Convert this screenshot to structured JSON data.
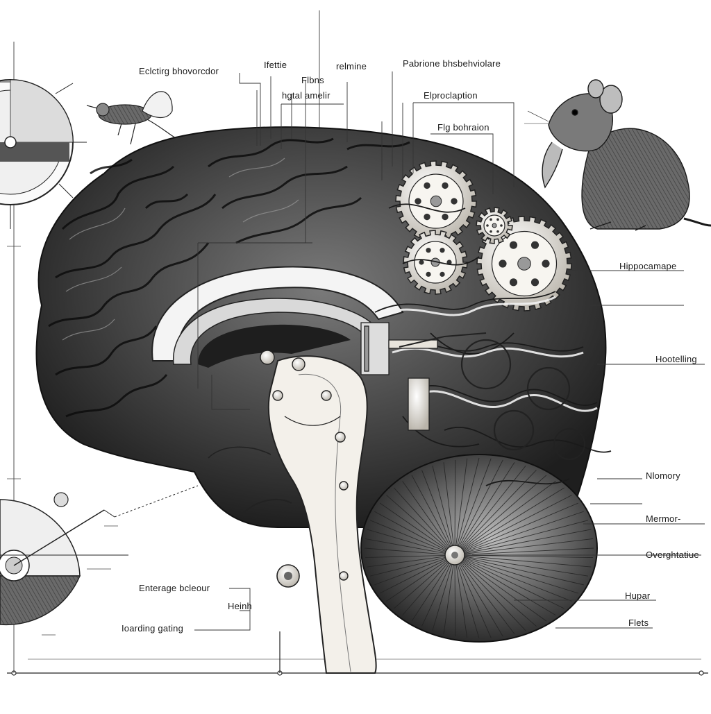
{
  "labels": {
    "top": {
      "eliciting": "Eclctirg bhovorcdor",
      "ifettle": "Ifettie",
      "relmine": "relmine",
      "pabrione": "Pabrione bhsbehviolare",
      "flbns": "Flbns",
      "hetal": "hgtal amelir",
      "elpro": "Elproclaption",
      "flg": "Flg bohraion"
    },
    "right": {
      "hippocampe": "Hippocamape",
      "hootelling": "Hootelling",
      "nlomory": "Nlomory",
      "mermor": "Mermor-",
      "overghtatiue": "Overghtatiue",
      "hupar": "Hupar",
      "flets": "Flets"
    },
    "left": {
      "enterage": "Enterage bcleour",
      "heinh": "Heinh",
      "loading": "Ioarding gating"
    }
  },
  "colors": {
    "ink": "#1a1a1a",
    "brain_dark": "#2b2b2b",
    "brain_mid": "#555555",
    "paper": "#ffffff",
    "metal": "#e8e4dc"
  },
  "icons": {
    "mouse_small": "flying-mouse-icon",
    "rat": "rat-icon",
    "dial_top": "dial-gauge-icon",
    "dial_bottom": "dial-gauge-icon",
    "gears": "gear-icon"
  }
}
